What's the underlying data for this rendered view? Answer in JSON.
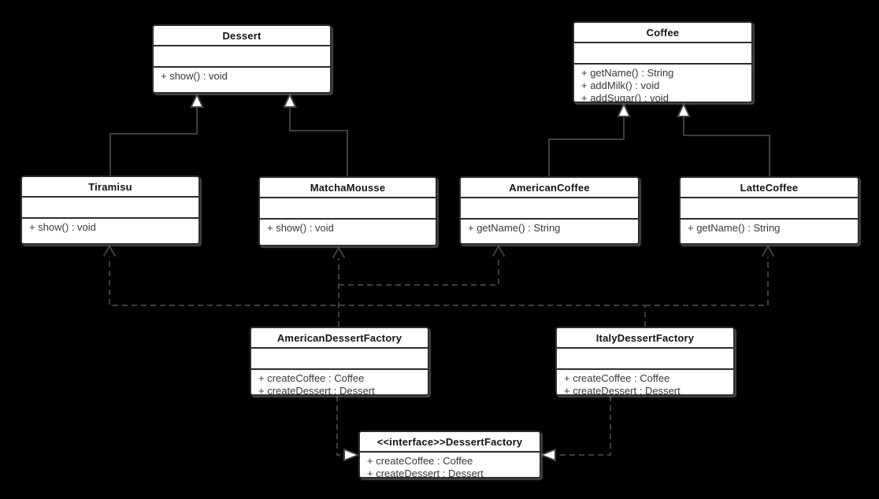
{
  "diagram": {
    "type": "uml-class-diagram",
    "colors": {
      "background": "#000000",
      "node_fill": "#ffffff",
      "node_border": "#2d2d2d",
      "connector": "#3f3f3f",
      "method_text": "#383838",
      "title_text": "#141414"
    },
    "classes": {
      "dessert": {
        "name": "Dessert",
        "methods": [
          "+ show() : void"
        ]
      },
      "coffee": {
        "name": "Coffee",
        "methods": [
          "+ getName() : String",
          "+ addMilk() : void",
          "+ addSugar() : void"
        ]
      },
      "tiramisu": {
        "name": "Tiramisu",
        "methods": [
          "+ show() : void"
        ]
      },
      "matchaMousse": {
        "name": "MatchaMousse",
        "methods": [
          "+ show() : void"
        ]
      },
      "americanCoffee": {
        "name": "AmericanCoffee",
        "methods": [
          "+ getName() : String"
        ]
      },
      "latteCoffee": {
        "name": "LatteCoffee",
        "methods": [
          "+ getName() : String"
        ]
      },
      "americanDessertFactory": {
        "name": "AmericanDessertFactory",
        "methods": [
          "+ createCoffee : Coffee",
          "+ createDessert : Dessert"
        ]
      },
      "italyDessertFactory": {
        "name": "ItalyDessertFactory",
        "methods": [
          "+ createCoffee : Coffee",
          "+ createDessert : Dessert"
        ]
      },
      "dessertFactory": {
        "name": "<<interface>>DessertFactory",
        "methods": [
          "+ createCoffee : Coffee",
          "+ createDessert : Dessert"
        ]
      }
    },
    "relationships": [
      {
        "from": "Tiramisu",
        "to": "Dessert",
        "type": "inheritance"
      },
      {
        "from": "MatchaMousse",
        "to": "Dessert",
        "type": "inheritance"
      },
      {
        "from": "AmericanCoffee",
        "to": "Coffee",
        "type": "inheritance"
      },
      {
        "from": "LatteCoffee",
        "to": "Coffee",
        "type": "inheritance"
      },
      {
        "from": "AmericanDessertFactory",
        "to": "MatchaMousse",
        "type": "dependency"
      },
      {
        "from": "AmericanDessertFactory",
        "to": "AmericanCoffee",
        "type": "dependency"
      },
      {
        "from": "ItalyDessertFactory",
        "to": "Tiramisu",
        "type": "dependency"
      },
      {
        "from": "ItalyDessertFactory",
        "to": "LatteCoffee",
        "type": "dependency"
      },
      {
        "from": "AmericanDessertFactory",
        "to": "DessertFactory",
        "type": "realization"
      },
      {
        "from": "ItalyDessertFactory",
        "to": "DessertFactory",
        "type": "realization"
      }
    ]
  }
}
